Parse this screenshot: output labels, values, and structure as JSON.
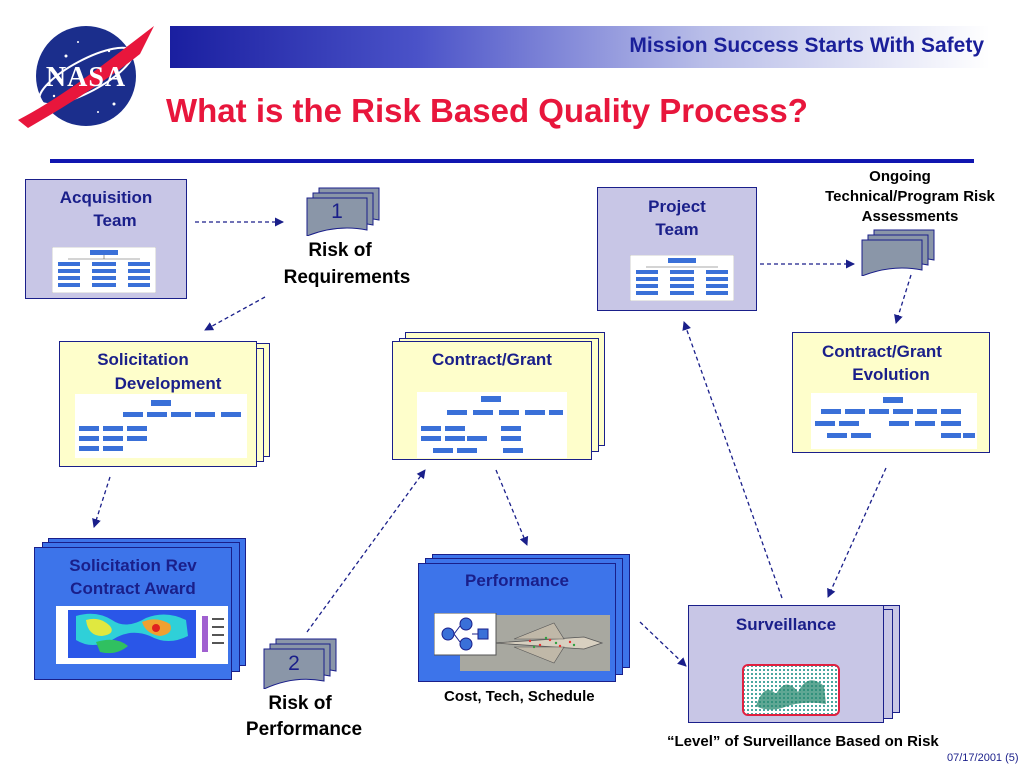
{
  "header": {
    "tagline": "Mission Success Starts With Safety",
    "title": "What is the Risk Based Quality Process?",
    "logo_text": "NASA"
  },
  "nodes": {
    "acquisition": {
      "line1": "Acquisition",
      "line2": "Team"
    },
    "risk_requirements": {
      "number": "1",
      "line1": "Risk of",
      "line2": "Requirements"
    },
    "project": {
      "line1": "Project",
      "line2": "Team"
    },
    "ongoing": {
      "line1": "Ongoing",
      "line2": "Technical/Program Risk",
      "line3": "Assessments"
    },
    "solicitation_dev": {
      "line1": "Solicitation",
      "line2": "Development"
    },
    "contract_grant": {
      "line1": "Contract/Grant"
    },
    "contract_evolution": {
      "line1": "Contract/Grant",
      "line2": "Evolution"
    },
    "solicitation_rev": {
      "line1": "Solicitation Rev",
      "line2": "Contract Award"
    },
    "risk_performance": {
      "number": "2",
      "line1": "Risk of",
      "line2": "Performance"
    },
    "performance": {
      "line1": "Performance",
      "caption": "Cost, Tech, Schedule"
    },
    "surveillance": {
      "line1": "Surveillance",
      "caption": "“Level” of Surveillance Based on Risk"
    }
  },
  "footer": {
    "date": "07/17/2001 (5)"
  },
  "colors": {
    "title_red": "#e8163c",
    "navy": "#1a1f8a",
    "rule_blue": "#1016b0",
    "lavender": "#c8c6e6",
    "pale_yellow": "#fefecb",
    "bright_blue": "#3d74ea"
  }
}
